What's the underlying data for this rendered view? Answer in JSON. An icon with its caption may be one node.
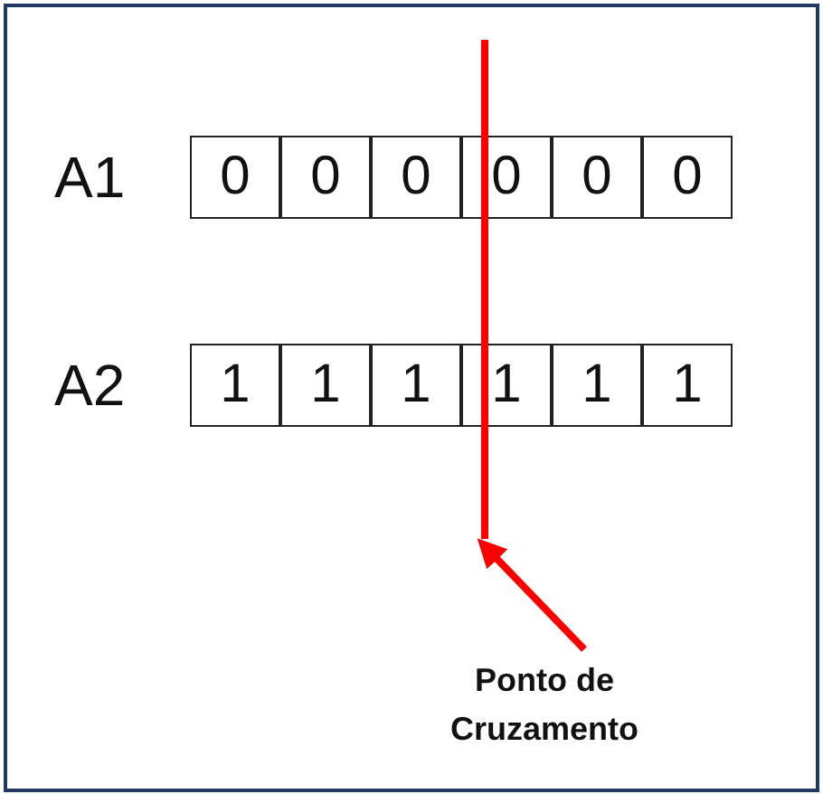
{
  "diagram": {
    "nodes": [
      {
        "text": [
          "0"
        ]
      },
      {
        "text": [
          "0"
        ]
      },
      {
        "text": [
          "0"
        ]
      },
      {
        "text": [
          "0"
        ]
      },
      {
        "text": [
          "0"
        ]
      },
      {
        "text": [
          "0"
        ]
      },
      {
        "text": [
          "1"
        ]
      },
      {
        "text": [
          "1"
        ]
      },
      {
        "text": [
          "1"
        ]
      },
      {
        "text": [
          "1"
        ]
      },
      {
        "text": [
          "1"
        ]
      },
      {
        "text": [
          "1"
        ]
      },
      {
        "text": [],
        "shape": "bar"
      },
      {
        "text": [
          "Ponto de Cruzamento"
        ]
      }
    ],
    "edges": [
      {
        "from": 13,
        "to": 12,
        "arrow": "to",
        "color": "#ff0000"
      }
    ],
    "labels": [
      "A1",
      "A2"
    ]
  }
}
